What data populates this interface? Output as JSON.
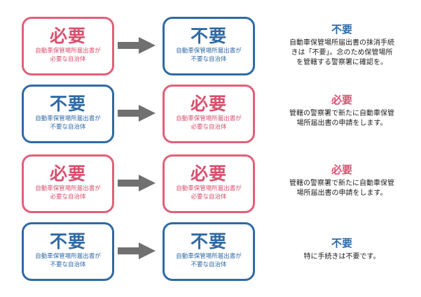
{
  "rows": [
    {
      "left": {
        "label": "必要",
        "line1": "自動車保管場所届出書が",
        "line2": "必要な自治体",
        "color": "red"
      },
      "right": {
        "label": "不要",
        "line1": "自動車保管場所届出書が",
        "line2": "不要な自治体",
        "color": "blue"
      },
      "result": {
        "title": "不要",
        "color": "blue",
        "text_lines": [
          "自動車保管場所届出書の抹消手続",
          "きは「不要」。念のため保管場所",
          "を管轄する警察署に確認を。"
        ]
      }
    },
    {
      "left": {
        "label": "不要",
        "line1": "自動車保管場所届出書が",
        "line2": "不要な自治体",
        "color": "blue"
      },
      "right": {
        "label": "必要",
        "line1": "自動車保管場所届出書が",
        "line2": "必要な自治体",
        "color": "red"
      },
      "result": {
        "title": "必要",
        "color": "red",
        "text_lines": [
          "管轄の警察署で新たに自動車保管",
          "場所届出書の申請をします。"
        ]
      }
    },
    {
      "left": {
        "label": "必要",
        "line1": "自動車保管場所届出書が",
        "line2": "必要な自治体",
        "color": "red"
      },
      "right": {
        "label": "必要",
        "line1": "自動車保管場所届出書が",
        "line2": "必要な自治体",
        "color": "red"
      },
      "result": {
        "title": "必要",
        "color": "red",
        "text_lines": [
          "管轄の警察署で新たに自動車保管",
          "場所届出書の申請をします。"
        ]
      }
    },
    {
      "left": {
        "label": "不要",
        "line1": "自動車保管場所届出書が",
        "line2": "不要な自治体",
        "color": "blue"
      },
      "right": {
        "label": "不要",
        "line1": "自動車保管場所届出書が",
        "line2": "不要な自治体",
        "color": "blue"
      },
      "result": {
        "title": "不要",
        "color": "blue",
        "text_lines": [
          "特に手続きは不要です。"
        ]
      }
    }
  ],
  "colors": {
    "red": "#e0607a",
    "blue": "#2f6aa5",
    "arrow": "#707070"
  }
}
